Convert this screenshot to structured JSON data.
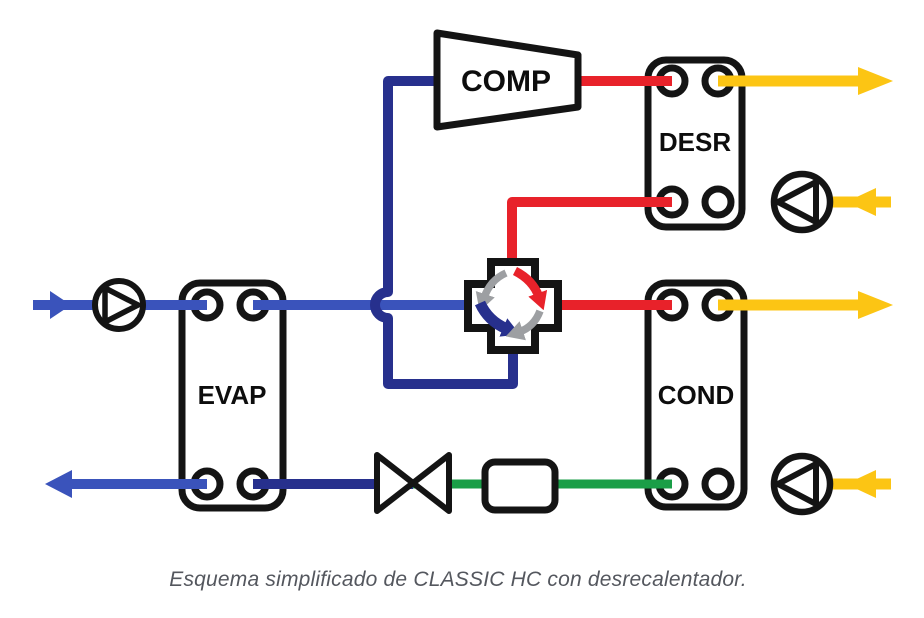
{
  "figure": {
    "caption": "Esquema simplificado de CLASSIC HC con desrecalentador."
  },
  "components": {
    "compressor": {
      "label": "COMP"
    },
    "desuperheater": {
      "label": "DESR"
    },
    "evaporator": {
      "label": "EVAP"
    },
    "condenser": {
      "label": "COND"
    }
  },
  "colors": {
    "hot_gas": "#e8222a",
    "cold_water": "#3a53bb",
    "refrigerant_suction": "#27308d",
    "hot_water": "#fcc514",
    "liquid_line": "#1a9e47",
    "idle_flow": "#9d9fa2",
    "outline": "#141414",
    "caption_text": "#54575e"
  }
}
